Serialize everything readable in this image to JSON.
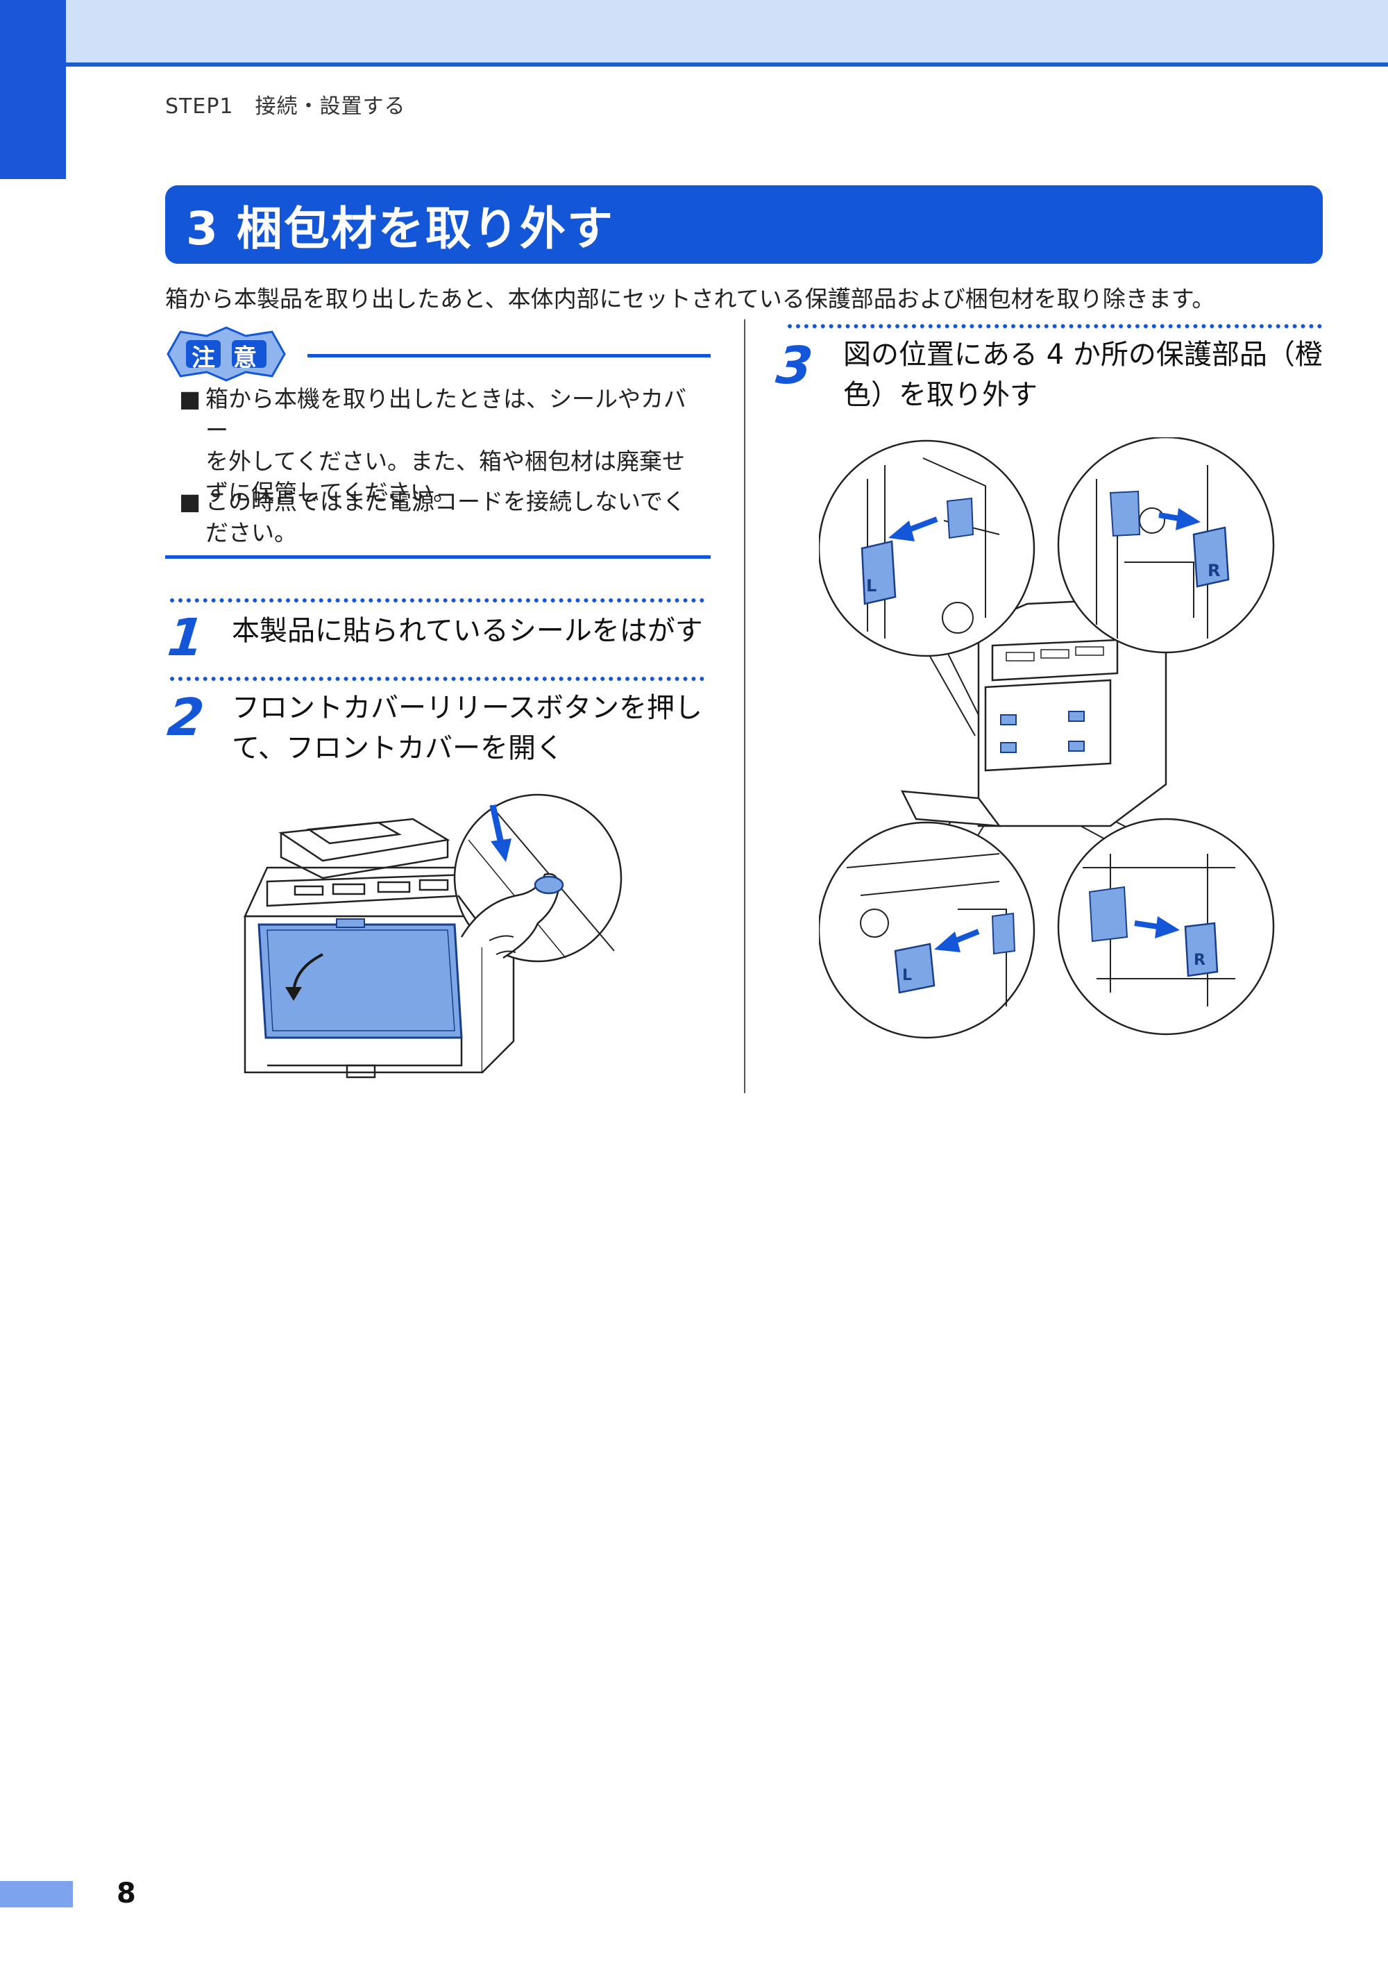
{
  "header": {
    "running_head": "STEP1　接続・設置する"
  },
  "section": {
    "title": "3 梱包材を取り外す"
  },
  "intro": "箱から本製品を取り出したあと、本体内部にセットされている保護部品および梱包材を取り除きます。",
  "caution": {
    "badge": "注意",
    "bullet": "■",
    "items": [
      {
        "lines": [
          "箱から本機を取り出したときは、シールやカバー",
          "を外してください。また、箱や梱包材は廃棄せ",
          "ずに保管してください。"
        ]
      },
      {
        "lines": [
          "この時点ではまだ電源コードを接続しないでく",
          "ださい。"
        ]
      }
    ]
  },
  "steps": [
    {
      "number": "1",
      "lines": [
        "本製品に貼られているシールをはがす"
      ]
    },
    {
      "number": "2",
      "lines": [
        "フロントカバーリリースボタンを押し",
        "て、フロントカバーを開く"
      ]
    },
    {
      "number": "3",
      "lines": [
        "図の位置にある 4 か所の保護部品（橙",
        "色）を取り外す"
      ]
    }
  ],
  "illustration_labels": {
    "left": "L",
    "right": "R"
  },
  "footer": {
    "page_number": "8"
  },
  "colors": {
    "accent": "#1456d8",
    "header_tint": "#cfe0f8",
    "highlight_blue": "#7da6e6"
  }
}
